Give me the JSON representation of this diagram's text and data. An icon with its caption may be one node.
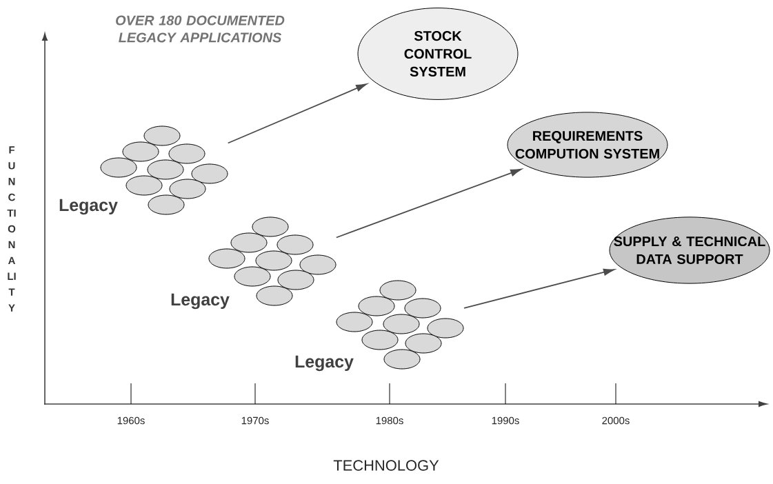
{
  "diagram": {
    "title": "OVER 180 DOCUMENTED LEGACY APPLICATIONS",
    "nodes": [
      {
        "text": [
          "STOCK CONTROL SYSTEM"
        ]
      },
      {
        "text": [
          "REQUIREMENTS COMPUTION SYSTEM"
        ]
      },
      {
        "text": [
          "SUPPLY & TECHNICAL DATA SUPPORT"
        ]
      },
      {
        "text": [],
        "shape": "picture",
        "beside": [
          "Legacy"
        ]
      },
      {
        "text": [],
        "shape": "picture",
        "beside": [
          "Legacy"
        ]
      },
      {
        "text": [],
        "shape": "picture",
        "beside": [
          "Legacy"
        ]
      }
    ],
    "edges": [
      {
        "from": 3,
        "to": 0,
        "arrow": "to"
      },
      {
        "from": 4,
        "to": 1,
        "arrow": "to"
      },
      {
        "from": 5,
        "to": 2,
        "arrow": "to"
      }
    ],
    "labels": [
      "FUNCTIONALITY",
      "1960s",
      "1970s",
      "1980s",
      "1990s",
      "2000s",
      "TECHNOLOGY"
    ]
  }
}
